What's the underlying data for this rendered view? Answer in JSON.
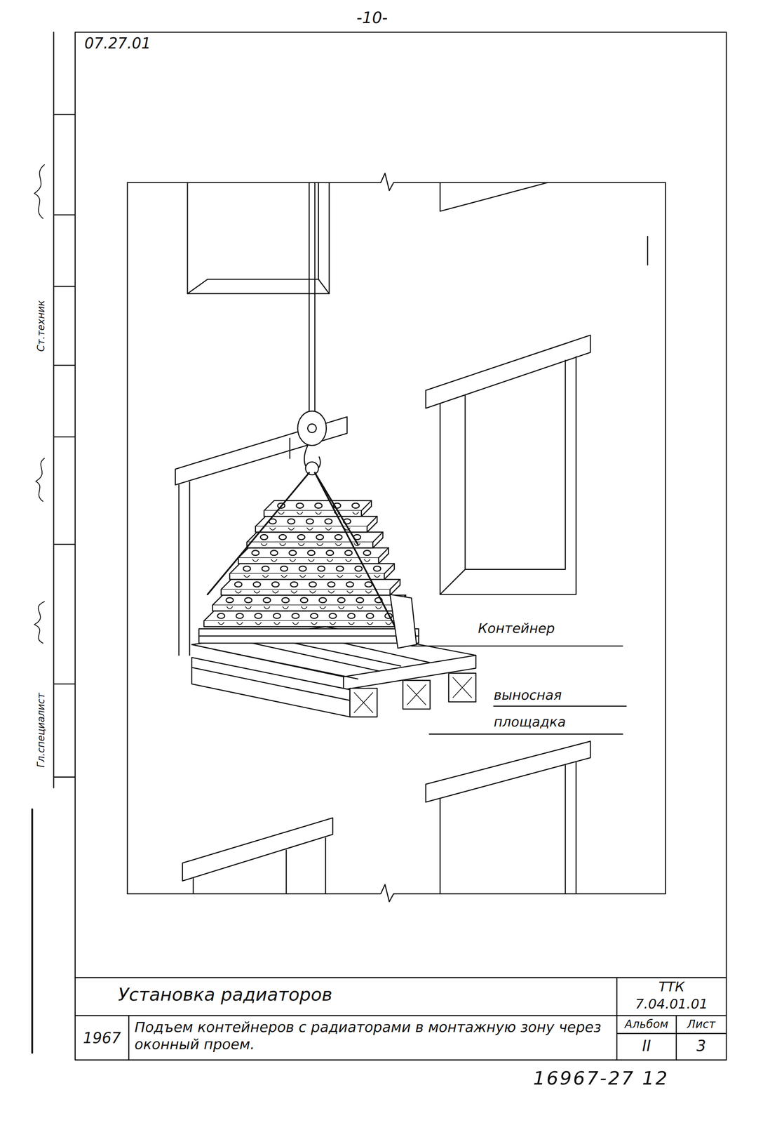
{
  "diagram": {
    "title": "Установка радиаторов",
    "caption": "Подъем контейнеров с радиаторами в монтажную зону через оконный проем.",
    "labels": [
      "-10-",
      "07.27.01",
      "Гл.специалист",
      "Ст.техник",
      "Контейнер",
      "выносная площадка",
      "ТТК",
      "7.04.01.01",
      "1967",
      "Альбом",
      "Лист",
      "II",
      "3",
      "16967-27 12"
    ]
  }
}
